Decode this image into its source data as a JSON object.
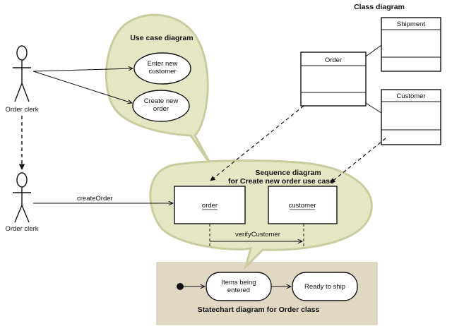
{
  "class_diagram": {
    "title": "Class diagram",
    "classes": {
      "order": "Order",
      "shipment": "Shipment",
      "customer": "Customer"
    }
  },
  "use_case_diagram": {
    "title": "Use case diagram",
    "actor": "Order clerk",
    "use_cases": {
      "enter_new_customer": [
        "Enter new",
        "customer"
      ],
      "create_new_order": [
        "Create new",
        "order"
      ]
    }
  },
  "sequence_diagram": {
    "title_lines": [
      "Sequence diagram",
      "for Create new order use case"
    ],
    "actor": "Order clerk",
    "objects": {
      "order": "order",
      "customer": "customer"
    },
    "messages": {
      "create_order": "createOrder",
      "verify_customer": "verifyCustomer"
    }
  },
  "statechart_diagram": {
    "title": "Statechart diagram for Order class",
    "states": {
      "items_being_entered": [
        "Items being",
        "entered"
      ],
      "ready_to_ship": "Ready to ship"
    }
  }
}
